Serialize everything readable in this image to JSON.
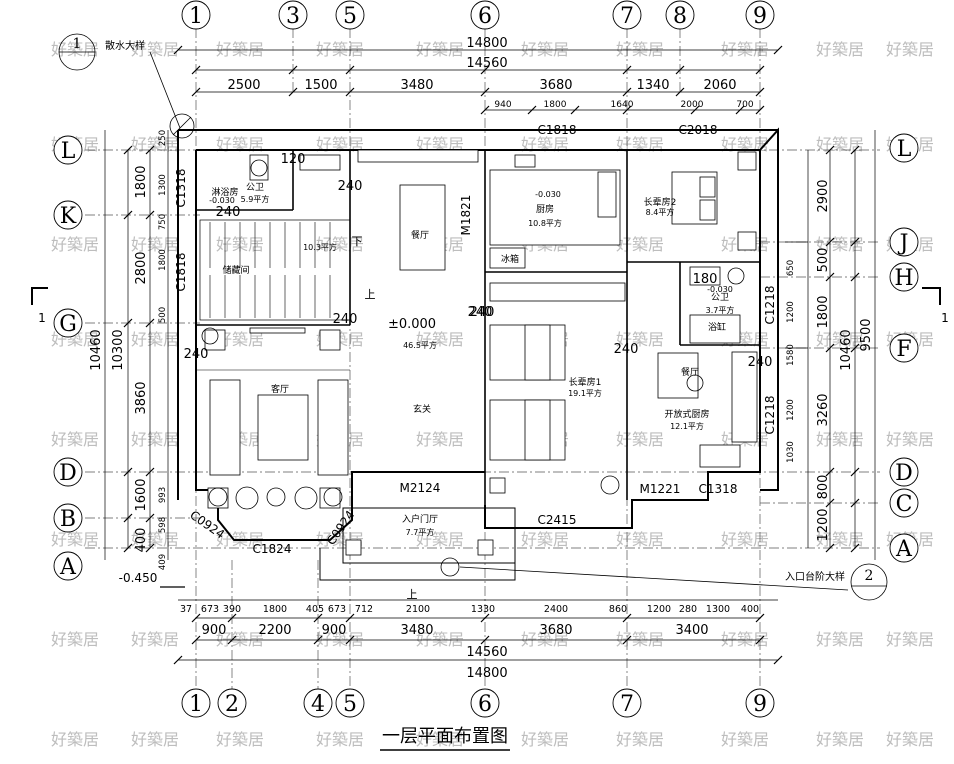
{
  "title": "一层平面布置图",
  "watermark": "好築居",
  "axis_labels": {
    "top": [
      "1",
      "3",
      "5",
      "6",
      "7",
      "8",
      "9"
    ],
    "bottom": [
      "1",
      "2",
      "4",
      "5",
      "6",
      "7",
      "9"
    ],
    "left": [
      "L",
      "K",
      "G",
      "D",
      "B",
      "A"
    ],
    "right": [
      "L",
      "J",
      "H",
      "F",
      "D",
      "C",
      "A"
    ]
  },
  "dimensions_top": {
    "overall_outer": "14800",
    "overall_inner": "14560",
    "row1": [
      "2500",
      "1500",
      "3480",
      "3680",
      "1340",
      "2060"
    ],
    "row2": [
      "940",
      "1800",
      "1640",
      "2000",
      "700"
    ]
  },
  "dimensions_bottom": {
    "row1": [
      "37",
      "673",
      "390",
      "1800",
      "405",
      "673",
      "712",
      "2100",
      "1330",
      "2400",
      "860",
      "1200",
      "280",
      "1300",
      "400"
    ],
    "row2": [
      "900",
      "2200",
      "900",
      "3480",
      "3680",
      "3400"
    ],
    "overall_inner": "14560",
    "overall_outer": "14800"
  },
  "dimensions_left": {
    "overall_outer": "10460",
    "overall_inner": "10300",
    "segments": [
      "1800",
      "2800",
      "3860",
      "1600",
      "400"
    ],
    "fine": [
      "250",
      "1300",
      "750",
      "1800",
      "500",
      "993",
      "598",
      "409"
    ]
  },
  "dimensions_right": {
    "overall_outer": "9500",
    "overall_inner": "10460",
    "segments": [
      "2900",
      "500",
      "1800",
      "3260",
      "800",
      "1200"
    ],
    "fine": [
      "650",
      "1200",
      "1580",
      "1200",
      "1030"
    ]
  },
  "rooms": [
    {
      "name": "厨房",
      "area": "10.8平方",
      "elev": "-0.030"
    },
    {
      "name": "长辈房2",
      "area": "8.4平方"
    },
    {
      "name": "淋浴房",
      "area": "",
      "elev": "-0.030"
    },
    {
      "name": "公卫",
      "area": "5.9平方"
    },
    {
      "name": "储藏间",
      "area": ""
    },
    {
      "name": "",
      "area": "10.3平方"
    },
    {
      "name": "餐厅",
      "area": ""
    },
    {
      "name": "",
      "area": "46.5平方",
      "elev": "±0.000"
    },
    {
      "name": "客厅",
      "area": ""
    },
    {
      "name": "玄关",
      "area": ""
    },
    {
      "name": "长辈房1",
      "area": "19.1平方"
    },
    {
      "name": "公卫",
      "area": "3.7平方",
      "elev": "-0.030"
    },
    {
      "name": "浴缸",
      "area": ""
    },
    {
      "name": "餐厅",
      "area": ""
    },
    {
      "name": "开放式厨房",
      "area": "12.1平方"
    },
    {
      "name": "入户门厅",
      "area": "7.7平方"
    },
    {
      "name": "冰箱",
      "area": ""
    }
  ],
  "openings": [
    "C1818",
    "C2018",
    "C1318",
    "C1818",
    "M1821",
    "C1218",
    "C1218",
    "M2124",
    "M1221",
    "C1318",
    "C2415",
    "C0924",
    "C1824",
    "C0924"
  ],
  "wall_notes": [
    "240",
    "240",
    "240",
    "240",
    "240",
    "240",
    "240",
    "240",
    "120",
    "180"
  ],
  "stair_marks": [
    "上",
    "下",
    "上"
  ],
  "callouts": {
    "detail1": {
      "num": "1",
      "label": "散水大样"
    },
    "detail2": {
      "num": "2",
      "label": "入口台阶大样"
    },
    "section": "1"
  },
  "ground_elev": "-0.450"
}
